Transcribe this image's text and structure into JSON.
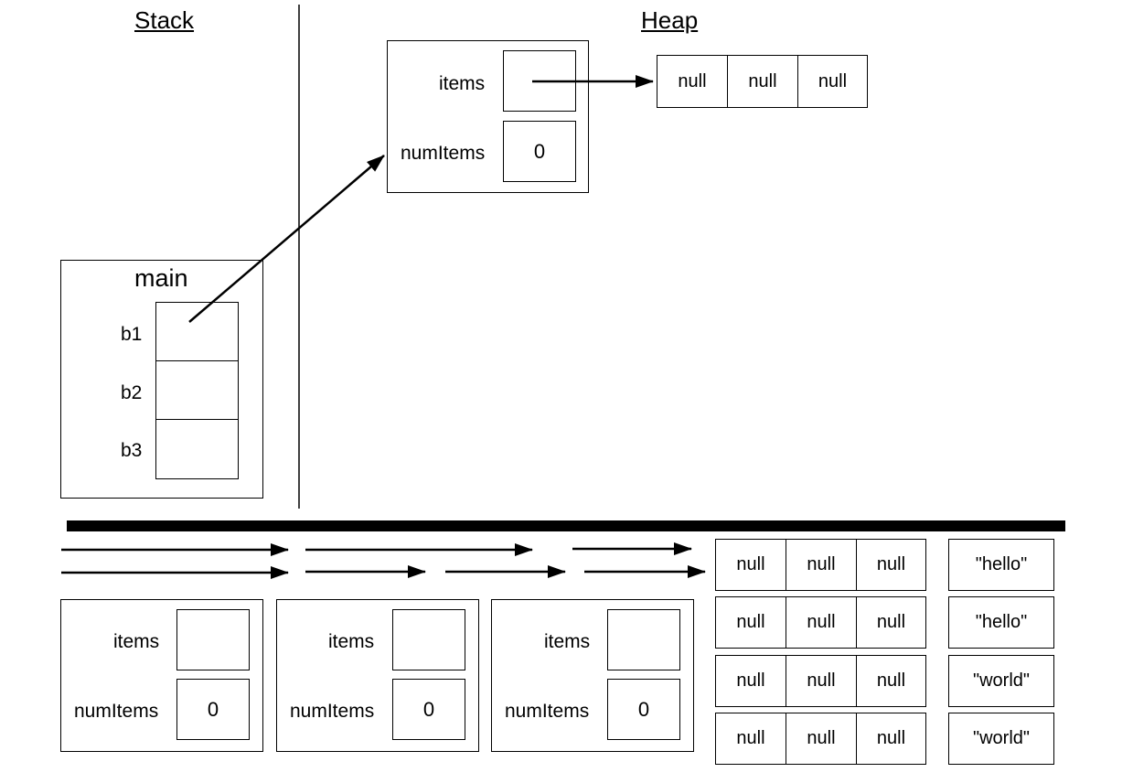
{
  "headers": {
    "stack": "Stack",
    "heap": "Heap"
  },
  "frame": {
    "name": "main",
    "vars": [
      "b1",
      "b2",
      "b3"
    ]
  },
  "heap_object": {
    "fields": [
      {
        "label": "items",
        "value": ""
      },
      {
        "label": "numItems",
        "value": "0"
      }
    ]
  },
  "heap_array": [
    "null",
    "null",
    "null"
  ],
  "spare_objects": [
    {
      "items_label": "items",
      "numitems_label": "numItems",
      "numitems_value": "0"
    },
    {
      "items_label": "items",
      "numitems_label": "numItems",
      "numitems_value": "0"
    },
    {
      "items_label": "items",
      "numitems_label": "numItems",
      "numitems_value": "0"
    }
  ],
  "spare_arrays": [
    [
      "null",
      "null",
      "null"
    ],
    [
      "null",
      "null",
      "null"
    ],
    [
      "null",
      "null",
      "null"
    ],
    [
      "null",
      "null",
      "null"
    ]
  ],
  "spare_strings": [
    "\"hello\"",
    "\"hello\"",
    "\"world\"",
    "\"world\""
  ],
  "colors": {
    "ink": "#000000",
    "background": "#ffffff"
  }
}
